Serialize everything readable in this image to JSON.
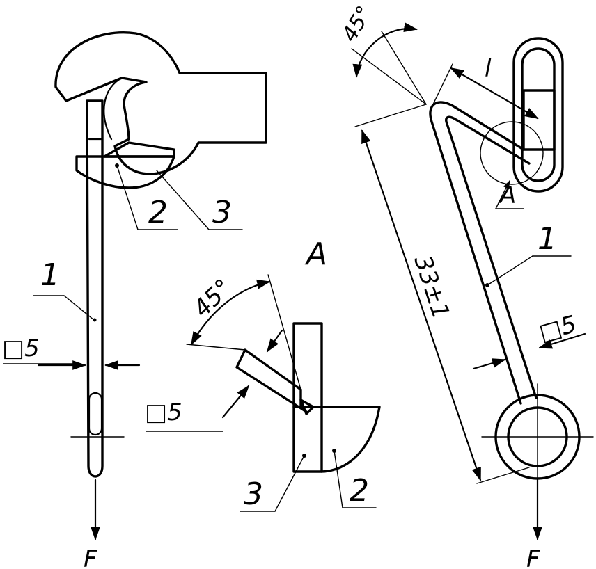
{
  "labels": {
    "part1_left": "1",
    "part2_left": "2",
    "part3_left": "3",
    "square5_left": "□5",
    "force_left": "F",
    "view_a_title": "A",
    "angle_detail": "45°",
    "square5_detail": "□5",
    "part3_detail": "3",
    "part2_detail": "2",
    "angle_right": "45°",
    "dim_l": "l",
    "view_a_marker": "A",
    "part1_right": "1",
    "dim_length": "33±1",
    "square5_right": "□5",
    "force_right": "F"
  },
  "colors": {
    "line": "#000000",
    "background": "#ffffff"
  }
}
